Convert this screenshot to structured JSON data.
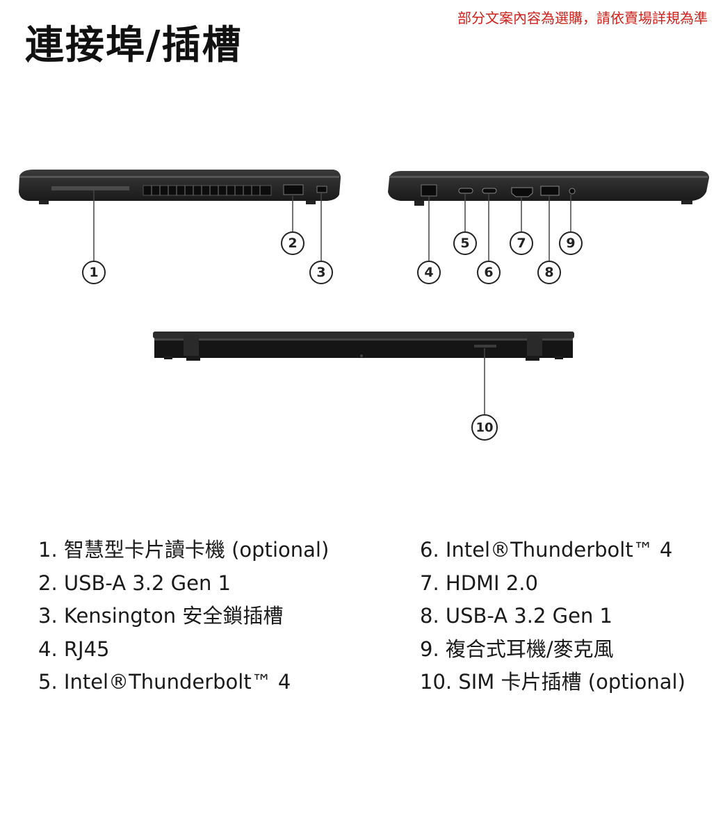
{
  "header": {
    "title": "連接埠/插槽",
    "notice": "部分文案內容為選購，請依賣場詳規為準"
  },
  "callouts": [
    "1",
    "2",
    "3",
    "4",
    "5",
    "6",
    "7",
    "8",
    "9",
    "10"
  ],
  "ports_left": [
    "1. 智慧型卡片讀卡機 (optional)",
    "2. USB-A 3.2 Gen 1",
    "3. Kensington 安全鎖插槽",
    "4. RJ45",
    "5. Intel®Thunderbolt™ 4"
  ],
  "ports_right": [
    "6. Intel®Thunderbolt™ 4",
    "7. HDMI 2.0",
    "8. USB-A 3.2 Gen 1",
    "9. 複合式耳機/麥克風",
    "10. SIM 卡片插槽 (optional)"
  ],
  "colors": {
    "notice": "#d0201a",
    "chassis": "#1c1c1c"
  }
}
